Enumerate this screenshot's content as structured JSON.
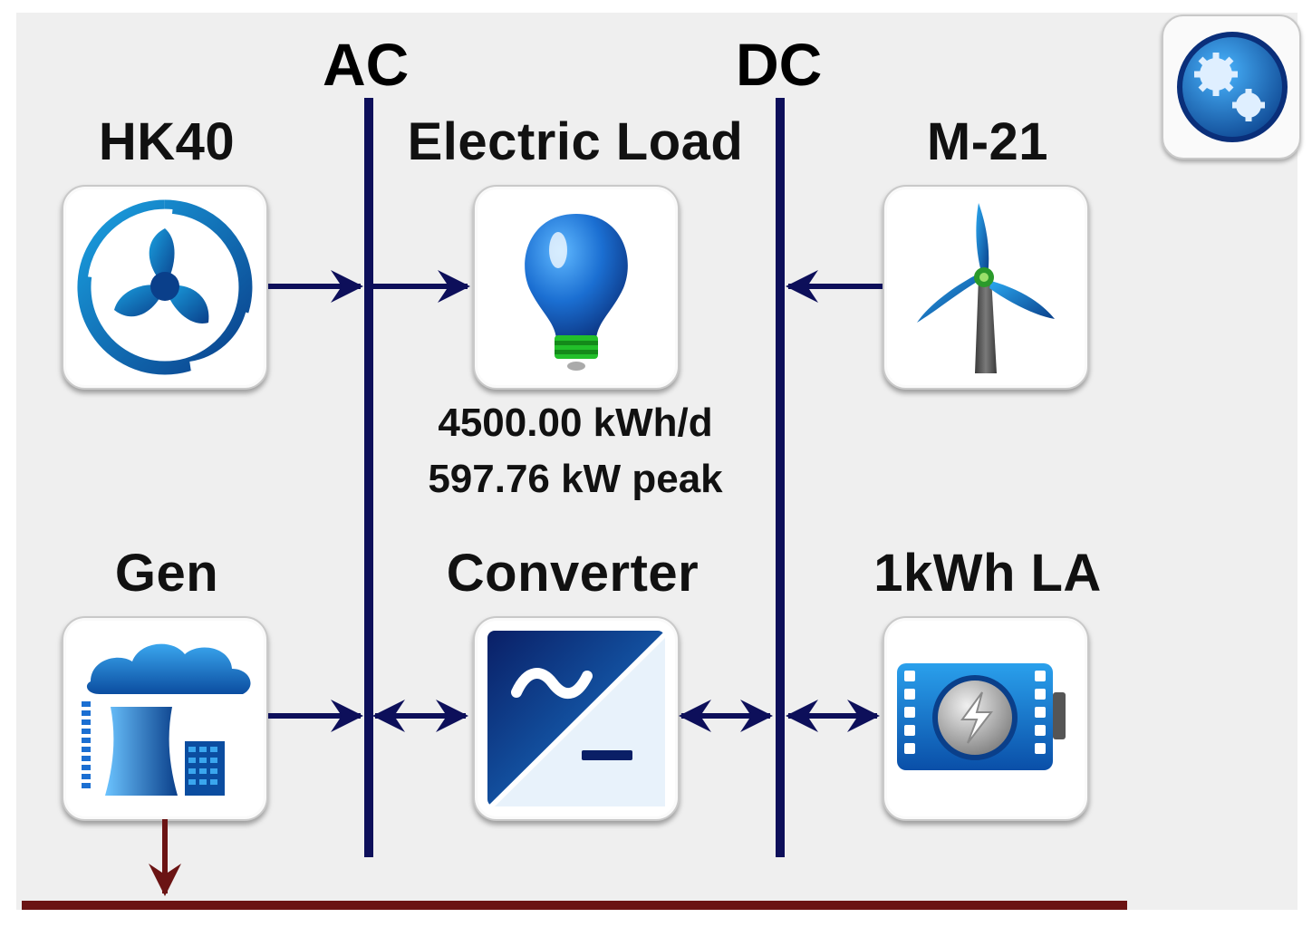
{
  "buses": {
    "ac_label": "AC",
    "dc_label": "DC"
  },
  "components": {
    "hk40": {
      "label": "HK40",
      "icon": "hydro-turbine-icon"
    },
    "electric_load": {
      "label": "Electric Load",
      "icon": "lightbulb-icon",
      "energy": "4500.00 kWh/d",
      "peak": "597.76 kW peak"
    },
    "m21": {
      "label": "M-21",
      "icon": "wind-turbine-icon"
    },
    "gen": {
      "label": "Gen",
      "icon": "power-plant-icon"
    },
    "converter": {
      "label": "Converter",
      "icon": "ac-dc-converter-icon"
    },
    "battery": {
      "label": "1kWh LA",
      "icon": "battery-icon"
    }
  },
  "toolbar": {
    "settings_icon": "gears-icon"
  },
  "colors": {
    "bus": "#0d0f5a",
    "flow_arrow": "#0d0f5a",
    "thermal_bus": "#6b1414",
    "icon_blue": "#1478c8",
    "background": "#efefef"
  }
}
